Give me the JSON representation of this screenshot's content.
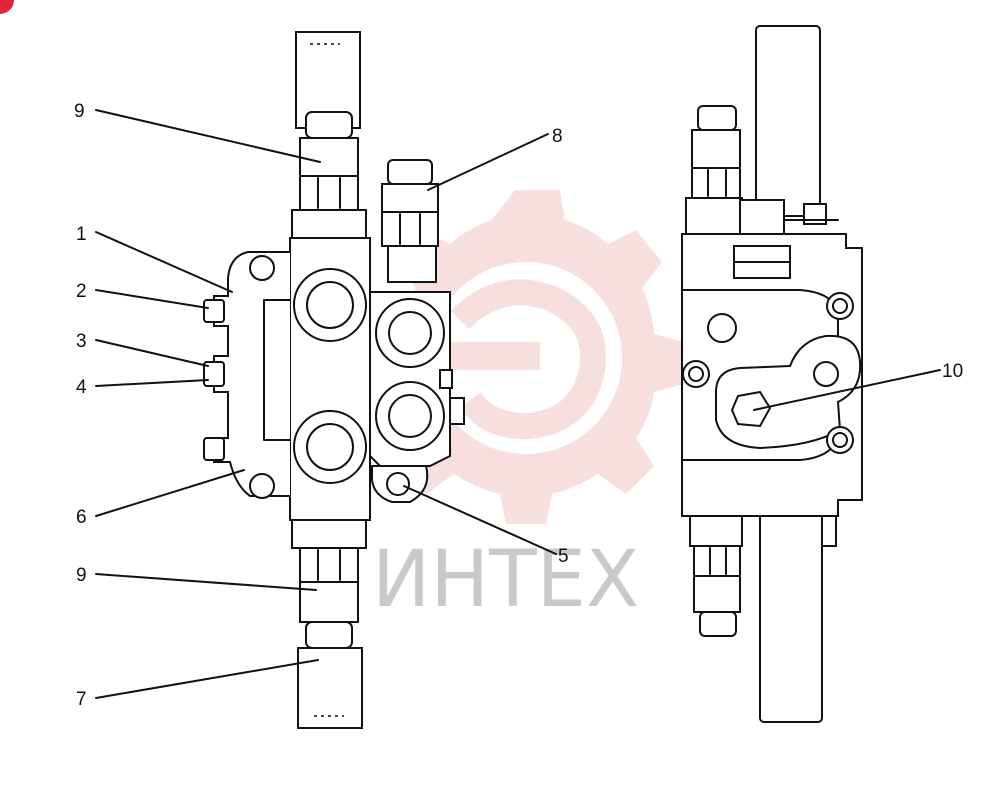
{
  "watermark": {
    "text": "ИНТЕХ",
    "gear_color": "#f3c6c6",
    "corner_mark_color": "#e32636"
  },
  "callouts": [
    {
      "id": "c1",
      "text": "1"
    },
    {
      "id": "c2",
      "text": "2"
    },
    {
      "id": "c3",
      "text": "3"
    },
    {
      "id": "c4",
      "text": "4"
    },
    {
      "id": "c5",
      "text": "5"
    },
    {
      "id": "c6",
      "text": "6"
    },
    {
      "id": "c7",
      "text": "7"
    },
    {
      "id": "c8",
      "text": "8"
    },
    {
      "id": "c9a",
      "text": "9"
    },
    {
      "id": "c9b",
      "text": "9"
    },
    {
      "id": "c10",
      "text": "10"
    }
  ],
  "colors": {
    "line": "#111111",
    "background": "#ffffff"
  }
}
